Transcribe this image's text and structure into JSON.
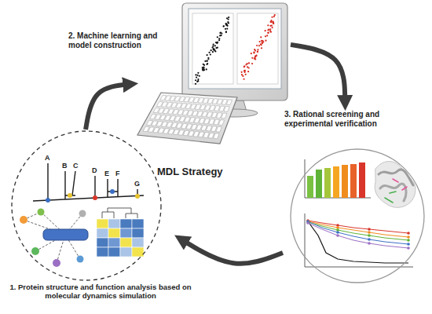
{
  "diagram": {
    "nodes": [
      {
        "text": [
          "1. Protein structure and function analysis based on molecular dynamics simulation"
        ]
      },
      {
        "text": [
          "2. Machine learning and model construction"
        ]
      },
      {
        "text": [
          "3. Rational screening and experimental verification"
        ]
      }
    ],
    "edges": [
      {
        "from": 0,
        "to": 1,
        "arrow": "to"
      },
      {
        "from": 1,
        "to": 2,
        "arrow": "to"
      },
      {
        "from": 2,
        "to": 0,
        "arrow": "to"
      }
    ],
    "labels": [
      "MDL Strategy",
      "A",
      "B",
      "C",
      "D",
      "E",
      "F",
      "G"
    ]
  }
}
